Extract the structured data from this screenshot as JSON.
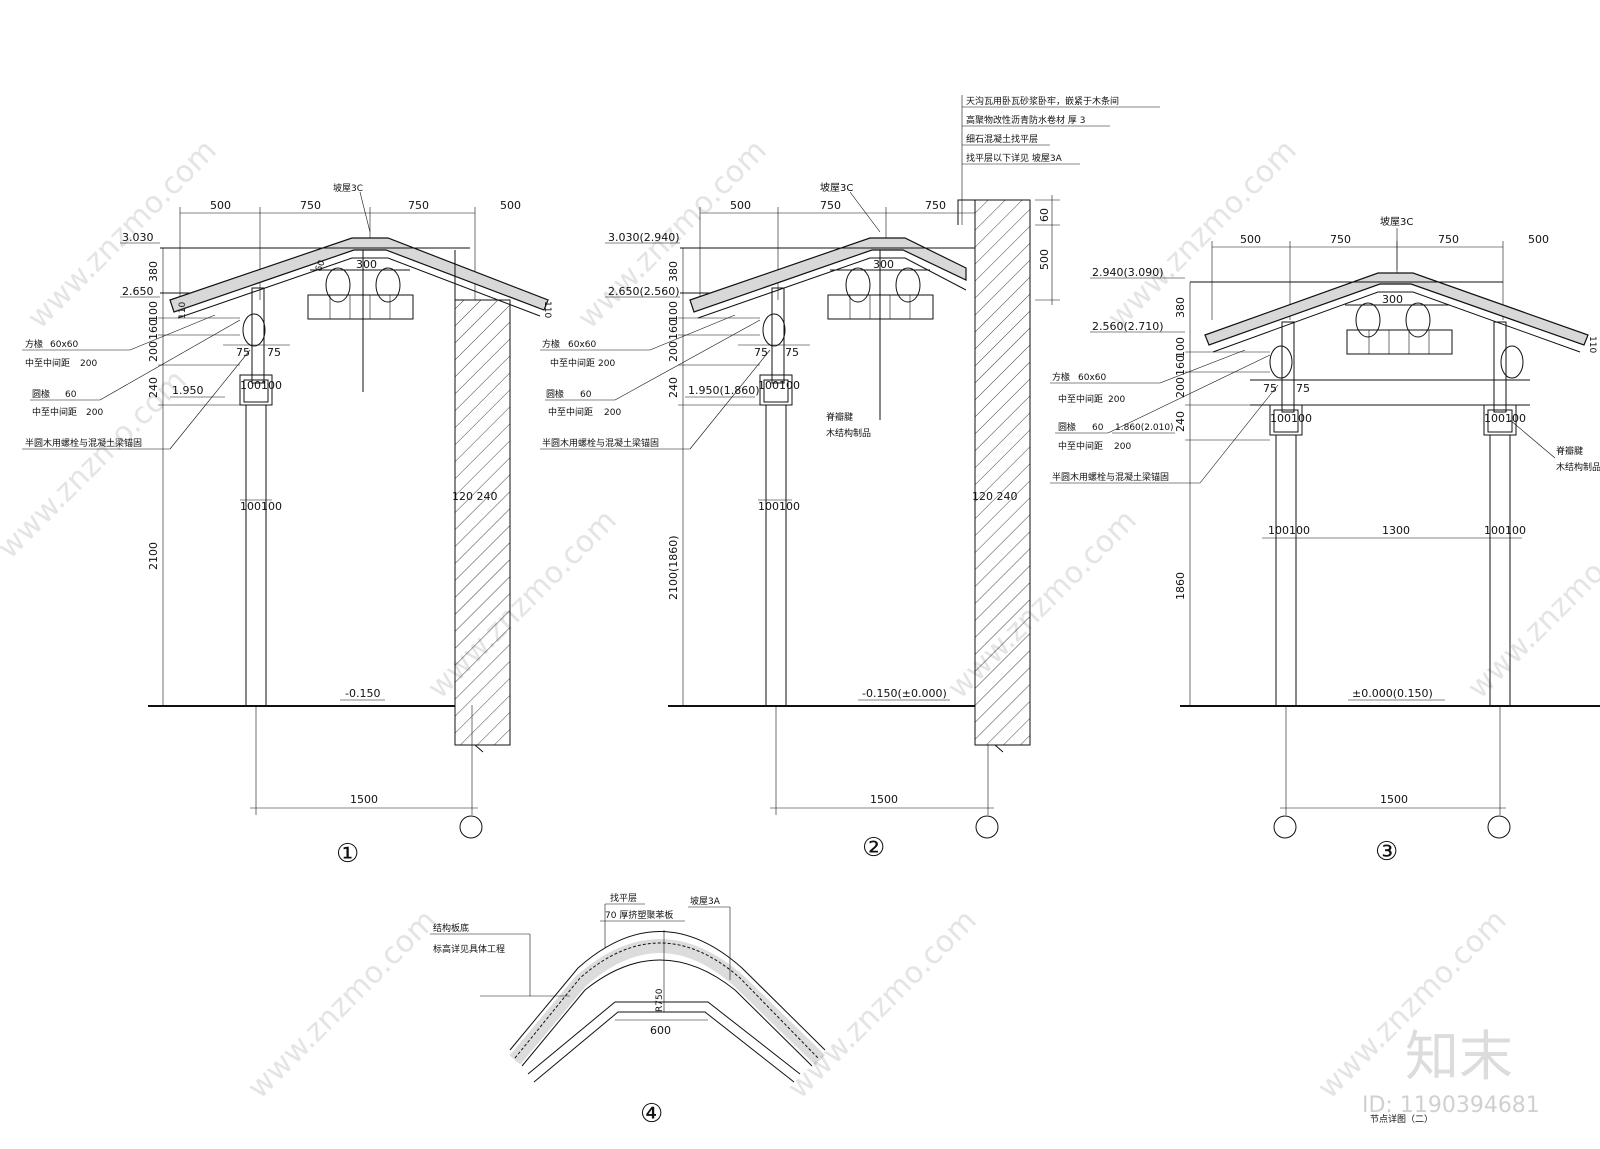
{
  "watermarks": {
    "site": "www.znzmo.com",
    "logo": "知末",
    "id_label": "ID: 1190394681"
  },
  "section1": {
    "roof_tag": "坡屋3C",
    "dims_top": [
      "500",
      "750",
      "750",
      "500"
    ],
    "ridge_width": "300",
    "elev_top": "3.030",
    "elev_eave": "2.650",
    "elev_beam": "1.950",
    "elev_floor": "-0.150",
    "h_dims": [
      "380",
      "100",
      "160",
      "200",
      "240",
      "2100"
    ],
    "rafter_label": "方椽",
    "rafter_size": "60x60",
    "rafter_spacing_label": "中至中间距",
    "rafter_spacing": "200",
    "purlin_label": "圆椽",
    "purlin_size": "60",
    "purlin_spacing_label": "中至中间距",
    "purlin_spacing": "200",
    "anchor_note": "半圆木用螺栓与混凝土梁锚固",
    "col_dim": "100100",
    "col_dim2": "100100",
    "beam_dims": [
      "75",
      "75"
    ],
    "wall_dims": "120  240",
    "eave_dim": "110",
    "slope_dim": "60",
    "span": "1500",
    "number": "①"
  },
  "section2": {
    "notes": [
      "天沟瓦用卧瓦砂浆卧牢，嵌紧于木条间",
      "高聚物改性沥青防水卷材  厚    3",
      "细石混凝土找平层",
      "找平层以下详见     坡屋3A"
    ],
    "roof_tag": "坡屋3C",
    "dims_top": [
      "500",
      "750",
      "750"
    ],
    "ridge_width": "300",
    "elev_top": "3.030(2.940)",
    "elev_eave": "2.650(2.560)",
    "elev_beam": "1.950(1.860)",
    "elev_floor": "-0.150(±0.000)",
    "h_dims": [
      "380",
      "100",
      "160",
      "200",
      "240",
      "2100(1860)"
    ],
    "right_dims": [
      "60",
      "500"
    ],
    "rafter_label": "方椽",
    "rafter_size": "60x60",
    "rafter_spacing_label": "中至中间距",
    "rafter_spacing": "200",
    "purlin_label": "圆椽",
    "purlin_size": "60",
    "purlin_spacing_label": "中至中间距",
    "purlin_spacing": "200",
    "anchor_note": "半圆木用螺栓与混凝土梁锚固",
    "ridge_note1": "脊瓣腱",
    "ridge_note2": "木结构制品",
    "col_dim": "100100",
    "col_dim2": "100100",
    "beam_dims": [
      "75",
      "75"
    ],
    "wall_dims": "120  240",
    "span": "1500",
    "number": "②"
  },
  "section3": {
    "roof_tag": "坡屋3C",
    "dims_top": [
      "500",
      "750",
      "750",
      "500"
    ],
    "ridge_width": "300",
    "elev_top": "2.940(3.090)",
    "elev_eave": "2.560(2.710)",
    "elev_beam": "1.860(2.010)",
    "elev_floor": "±0.000(0.150)",
    "h_dims": [
      "380",
      "100",
      "160",
      "200",
      "240",
      "1860"
    ],
    "rafter_label": "方椽",
    "rafter_size": "60x60",
    "rafter_spacing_label": "中至中间距",
    "rafter_spacing": "200",
    "purlin_label": "圆椽",
    "purlin_size": "60",
    "purlin_spacing_label": "中至中间距",
    "purlin_spacing": "200",
    "anchor_note": "半圆木用螺栓与混凝土梁锚固",
    "ridge_note1": "脊瓣腱",
    "ridge_note2": "木结构制品",
    "col_dims": [
      "100100",
      "100100"
    ],
    "inner_span": "1300",
    "beam_dims": [
      "75",
      "75"
    ],
    "eave_dim": "110",
    "span": "1500",
    "number": "③"
  },
  "section4": {
    "notes_left": [
      "结构板底",
      "标高详见具体工程"
    ],
    "note_top1": "找平层",
    "note_top2": "70 厚挤塑聚苯板",
    "roof_tag": "坡屋3A",
    "radius": "R750",
    "width": "600",
    "number": "④",
    "caption": "节点详图（二）"
  }
}
